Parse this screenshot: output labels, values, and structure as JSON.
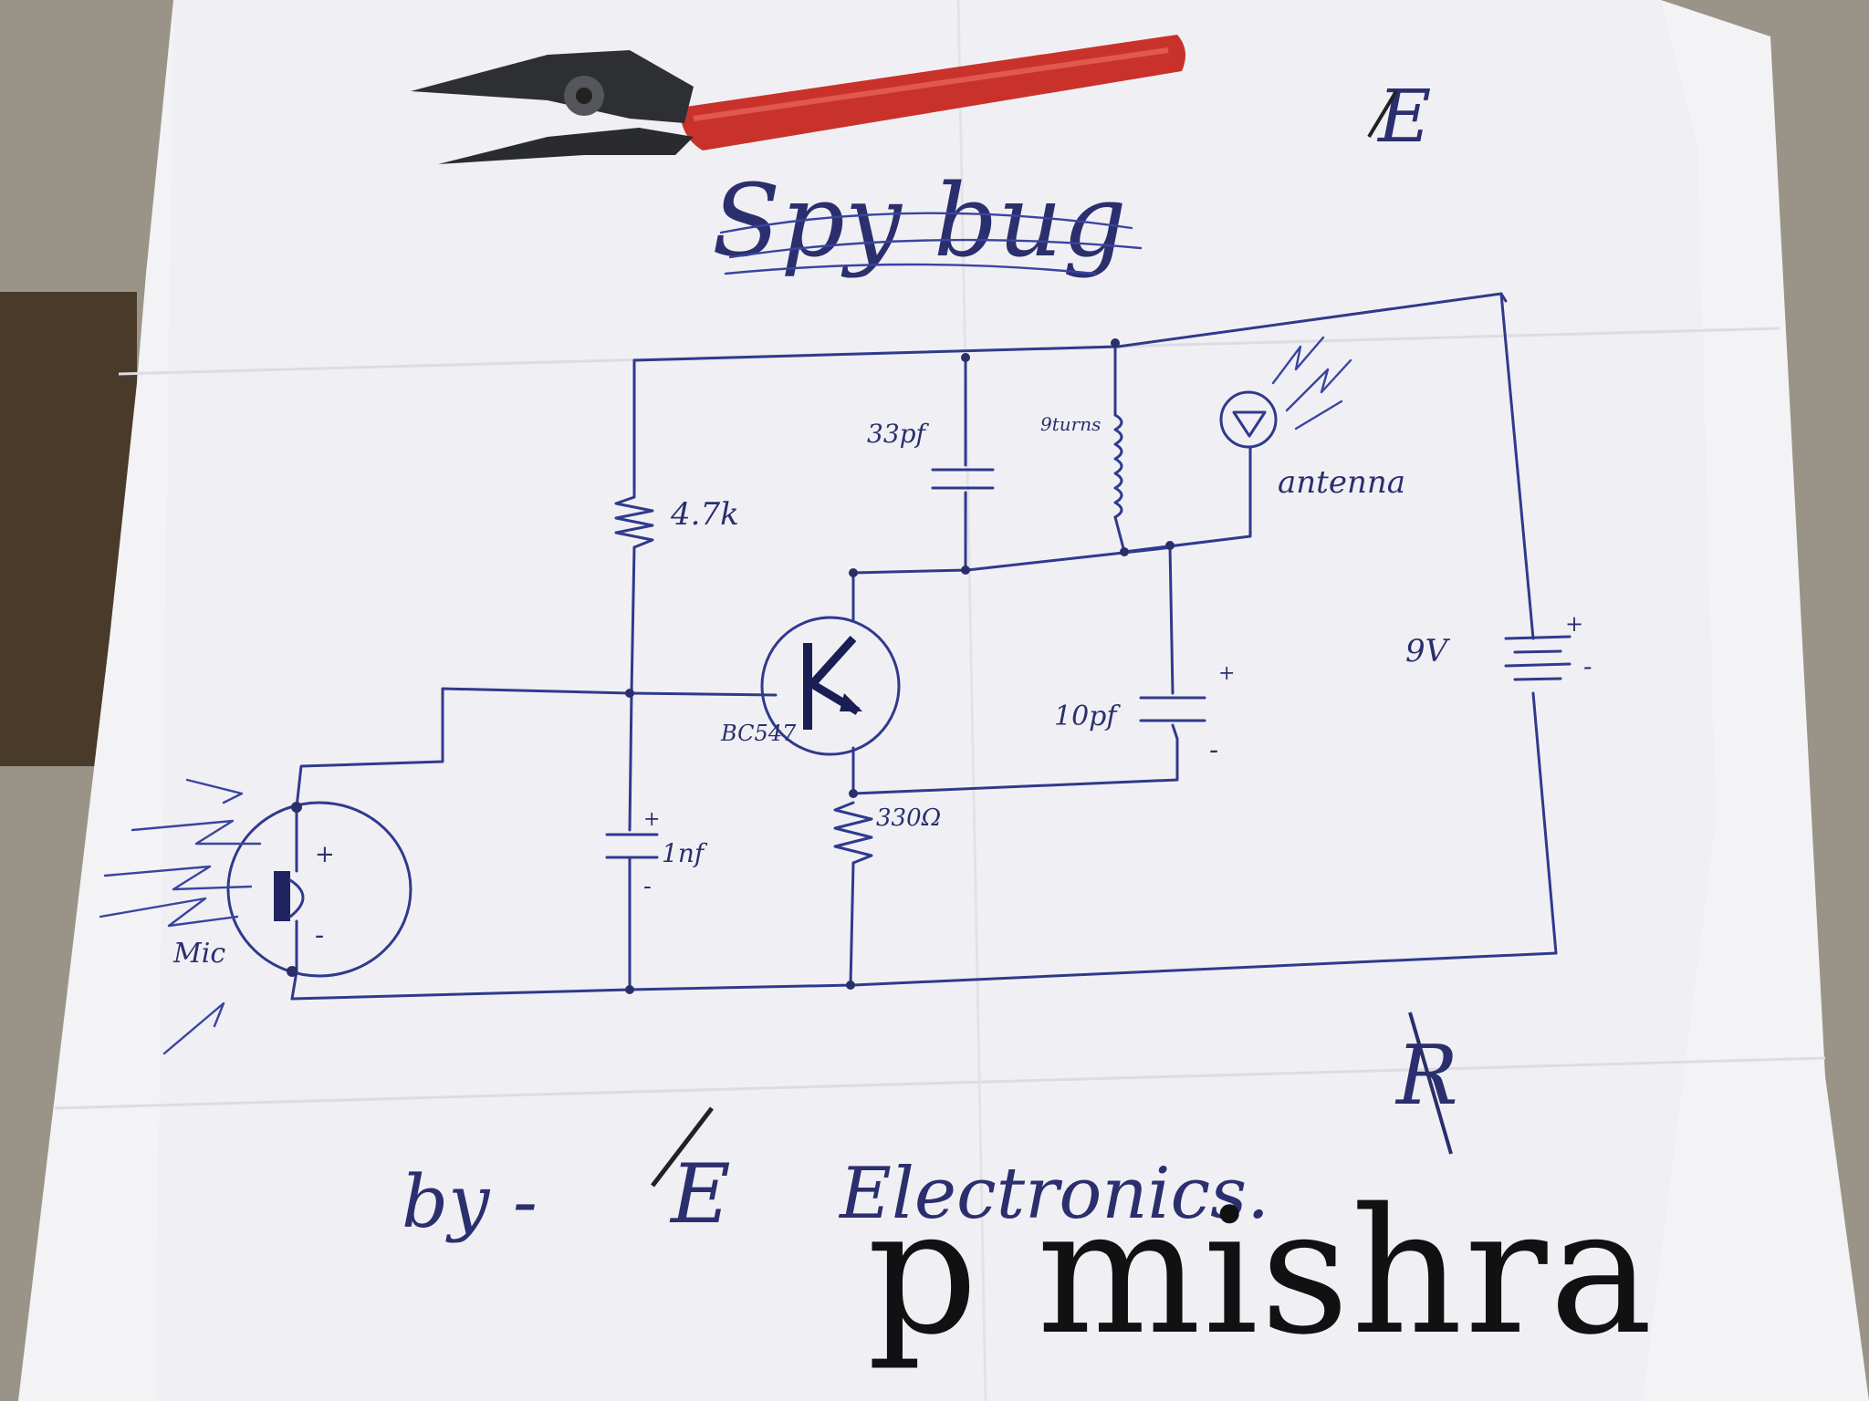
{
  "title": "Spy bug",
  "logo_mark": "E",
  "components": {
    "resistor_bias": "4.7k",
    "capacitor_tank": "33pf",
    "inductor_coil": "9turns",
    "antenna": "antenna",
    "transistor": "BC547",
    "capacitor_feedback": "10pf",
    "battery": "9V",
    "capacitor_input": "1nf",
    "resistor_emitter": "330Ω",
    "mic": "Mic"
  },
  "polarity": {
    "plus": "+",
    "minus": "-"
  },
  "footer": {
    "by": "by -",
    "brand_mark": "E",
    "brand_text": "Electronics."
  },
  "signature": "R",
  "watermark": "p mishra",
  "colors": {
    "ink": "#2f3a8c",
    "paper": "#f4f4f6",
    "pliers_handle": "#c9322a"
  }
}
